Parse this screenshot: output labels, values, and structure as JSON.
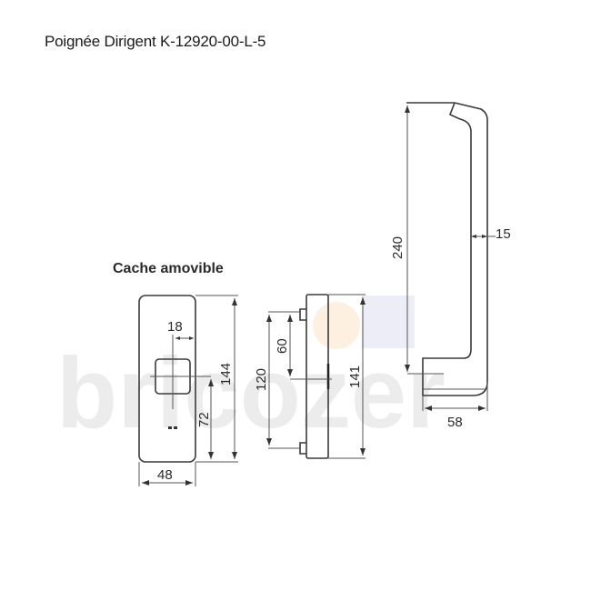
{
  "title": "Poignée Dirigent K-12920-00-L-5",
  "watermark": {
    "text": "bricozer",
    "color": "#ececec",
    "accent_circle_color": "#fdf0e0",
    "accent_square_color": "#ecedf6"
  },
  "cover_plate": {
    "label": "Cache amovible",
    "dimensions": {
      "width": "48",
      "height": "144",
      "square_width": "18",
      "center_height": "72"
    }
  },
  "side_view": {
    "dimensions": {
      "fixing_spacing": "120",
      "axis_offset": "60",
      "height": "141"
    }
  },
  "handle": {
    "dimensions": {
      "length": "240",
      "thickness": "15",
      "depth": "58"
    }
  }
}
